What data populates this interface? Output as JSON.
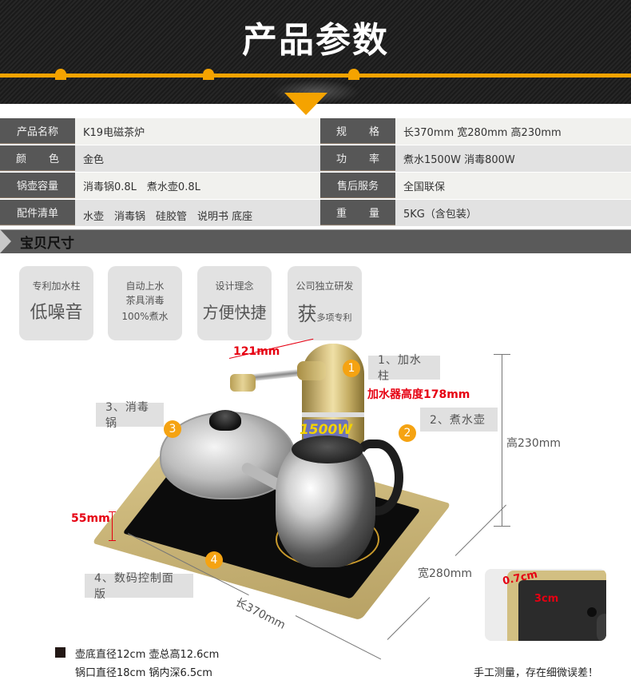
{
  "banner": {
    "title": "产品参数",
    "accent_color": "#f5a300"
  },
  "specs": {
    "left": [
      {
        "label": "产品名称",
        "value": "K19电磁茶炉"
      },
      {
        "label_a": "颜",
        "label_b": "色",
        "value": "金色"
      },
      {
        "label": "锅壶容量",
        "value": "消毒锅0.8L　煮水壶0.8L"
      },
      {
        "label": "配件清单",
        "value": "水壶　消毒锅　硅胶管　说明书  底座"
      }
    ],
    "right": [
      {
        "label_a": "规",
        "label_b": "格",
        "value": "长370mm  宽280mm  高230mm"
      },
      {
        "label_a": "功",
        "label_b": "率",
        "value": "煮水1500W  消毒800W"
      },
      {
        "label": "售后服务",
        "value": "全国联保"
      },
      {
        "label_a": "重",
        "label_b": "量",
        "value": "5KG（含包装）"
      }
    ]
  },
  "section": {
    "title": "宝贝尺寸"
  },
  "features": [
    {
      "small": "专利加水柱",
      "big": "低噪音"
    },
    {
      "line1": "自动上水",
      "line2": "茶具消毒",
      "line3": "100%煮水"
    },
    {
      "small": "设计理念",
      "big": "方便快捷"
    },
    {
      "small": "公司独立研发",
      "big": "获",
      "big_suffix": "多项专利"
    }
  ],
  "diagram": {
    "badges": [
      "1",
      "2",
      "3",
      "4"
    ],
    "labels": {
      "part1": "1、加水柱",
      "part2": "2、煮水壶",
      "part3": "3、消毒锅",
      "part4": "4、数码控制面版"
    },
    "dimensions": {
      "arm_length": "121mm",
      "pump_height": "加水器高度178mm",
      "height": "高230mm",
      "base_height": "55mm",
      "length": "长370mm",
      "width": "宽280mm"
    },
    "pump_badge": "1500W",
    "inset": {
      "edge": "0.7cm",
      "depth": "3cm"
    }
  },
  "notes": {
    "line1": "壶底直径12cm 壶总高12.6cm",
    "line2": "锅口直径18cm 锅内深6.5cm",
    "disclaimer": "手工测量，存在细微误差！"
  }
}
